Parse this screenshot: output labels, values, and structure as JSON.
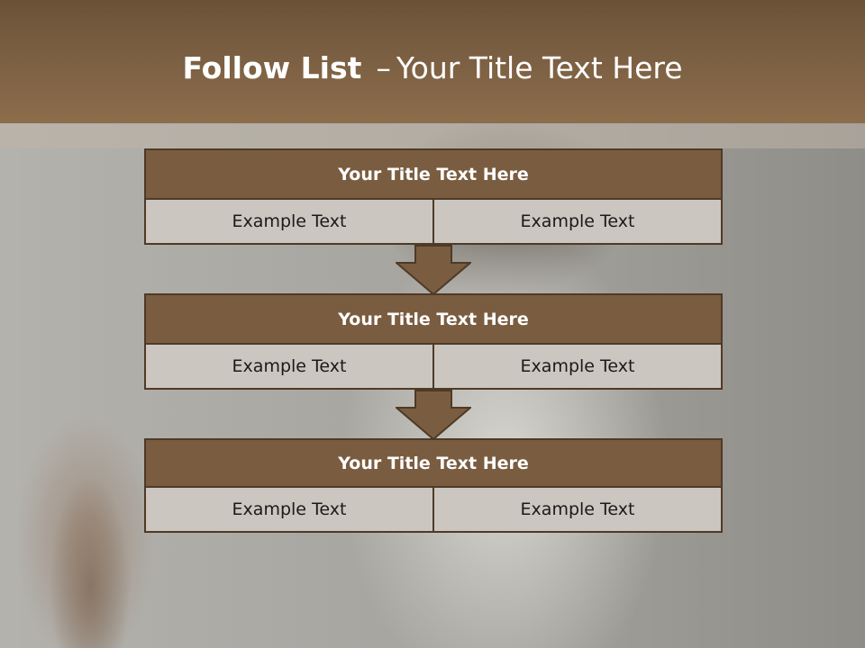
{
  "slide": {
    "title_bold": "Follow List",
    "title_dash": "–",
    "title_rest": "Your Title Text Here"
  },
  "blocks": [
    {
      "title": "Your Title Text Here",
      "left": "Example Text",
      "right": "Example Text"
    },
    {
      "title": "Your Title Text Here",
      "left": "Example Text",
      "right": "Example Text"
    },
    {
      "title": "Your Title Text Here",
      "left": "Example Text",
      "right": "Example Text"
    }
  ],
  "colors": {
    "header": "#7b5f42",
    "block_title": "#7a5d40",
    "cell": "#ccc6c0",
    "border": "#4e3a27"
  }
}
